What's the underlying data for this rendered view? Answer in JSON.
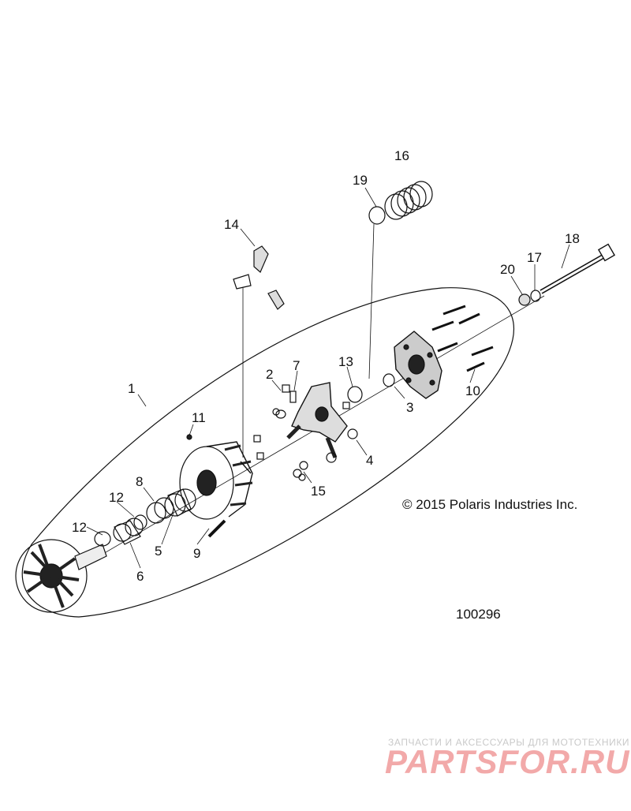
{
  "diagram": {
    "copyright": "© 2015 Polaris Industries Inc.",
    "part_number": "100296",
    "callouts": [
      {
        "id": "c1",
        "label": "1"
      },
      {
        "id": "c2",
        "label": "2"
      },
      {
        "id": "c3",
        "label": "3"
      },
      {
        "id": "c4",
        "label": "4"
      },
      {
        "id": "c5",
        "label": "5"
      },
      {
        "id": "c6",
        "label": "6"
      },
      {
        "id": "c7",
        "label": "7"
      },
      {
        "id": "c8",
        "label": "8"
      },
      {
        "id": "c9",
        "label": "9"
      },
      {
        "id": "c10",
        "label": "10"
      },
      {
        "id": "c11",
        "label": "11"
      },
      {
        "id": "c12a",
        "label": "12"
      },
      {
        "id": "c12b",
        "label": "12"
      },
      {
        "id": "c13",
        "label": "13"
      },
      {
        "id": "c14",
        "label": "14"
      },
      {
        "id": "c15",
        "label": "15"
      },
      {
        "id": "c16",
        "label": "16"
      },
      {
        "id": "c17",
        "label": "17"
      },
      {
        "id": "c18",
        "label": "18"
      },
      {
        "id": "c19",
        "label": "19"
      },
      {
        "id": "c20",
        "label": "20"
      }
    ]
  },
  "watermark": {
    "tagline": "ЗАПЧАСТИ И АКСЕССУАРЫ ДЛЯ МОТОТЕХНИКИ",
    "brand": "PARTSFOR.RU"
  }
}
